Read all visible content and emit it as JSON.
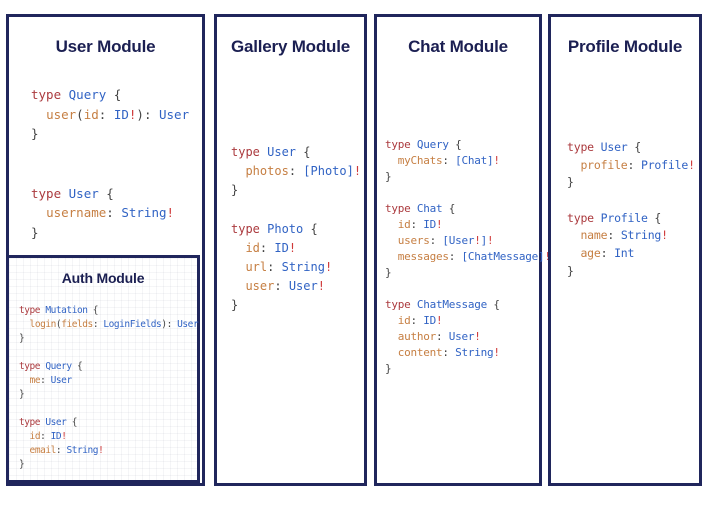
{
  "colors": {
    "panel_border": "#20265c",
    "title_navy": "#1b1f52",
    "keyword_red": "#ab3a3e",
    "type_blue": "#3163c4",
    "field_orange": "#c67f43",
    "punctuation_gray": "#444444",
    "bang_red": "#cf3a3a",
    "background": "#ffffff"
  },
  "modules": {
    "user": {
      "title": "User Module",
      "blocks": [
        [
          [
            [
              "type ",
              "k"
            ],
            [
              "Query ",
              "t"
            ],
            [
              "{",
              "p"
            ]
          ],
          [
            [
              "  ",
              "p"
            ],
            [
              "user",
              "f"
            ],
            [
              "(",
              "p"
            ],
            [
              "id",
              "f"
            ],
            [
              ": ",
              "p"
            ],
            [
              "ID",
              "t"
            ],
            [
              "!",
              "b"
            ],
            [
              "): ",
              "p"
            ],
            [
              "User",
              "t"
            ]
          ],
          [
            [
              "}",
              "p"
            ]
          ]
        ],
        [
          [
            [
              "type ",
              "k"
            ],
            [
              "User ",
              "t"
            ],
            [
              "{",
              "p"
            ]
          ],
          [
            [
              "  ",
              "p"
            ],
            [
              "username",
              "f"
            ],
            [
              ": ",
              "p"
            ],
            [
              "String",
              "t"
            ],
            [
              "!",
              "b"
            ]
          ],
          [
            [
              "}",
              "p"
            ]
          ]
        ]
      ]
    },
    "auth": {
      "title": "Auth Module",
      "blocks": [
        [
          [
            [
              "type ",
              "k"
            ],
            [
              "Mutation ",
              "t"
            ],
            [
              "{",
              "p"
            ]
          ],
          [
            [
              "  ",
              "p"
            ],
            [
              "login",
              "f"
            ],
            [
              "(",
              "p"
            ],
            [
              "fields",
              "f"
            ],
            [
              ": ",
              "p"
            ],
            [
              "LoginFields",
              "t"
            ],
            [
              "): ",
              "p"
            ],
            [
              "User",
              "t"
            ]
          ],
          [
            [
              "}",
              "p"
            ]
          ]
        ],
        [
          [
            [
              "type ",
              "k"
            ],
            [
              "Query ",
              "t"
            ],
            [
              "{",
              "p"
            ]
          ],
          [
            [
              "  ",
              "p"
            ],
            [
              "me",
              "f"
            ],
            [
              ": ",
              "p"
            ],
            [
              "User",
              "t"
            ]
          ],
          [
            [
              "}",
              "p"
            ]
          ]
        ],
        [
          [
            [
              "type ",
              "k"
            ],
            [
              "User ",
              "t"
            ],
            [
              "{",
              "p"
            ]
          ],
          [
            [
              "  ",
              "p"
            ],
            [
              "id",
              "f"
            ],
            [
              ": ",
              "p"
            ],
            [
              "ID",
              "t"
            ],
            [
              "!",
              "b"
            ]
          ],
          [
            [
              "  ",
              "p"
            ],
            [
              "email",
              "f"
            ],
            [
              ": ",
              "p"
            ],
            [
              "String",
              "t"
            ],
            [
              "!",
              "b"
            ]
          ],
          [
            [
              "}",
              "p"
            ]
          ]
        ]
      ]
    },
    "gallery": {
      "title": "Gallery Module",
      "blocks": [
        [
          [
            [
              "type ",
              "k"
            ],
            [
              "User ",
              "t"
            ],
            [
              "{",
              "p"
            ]
          ],
          [
            [
              "  ",
              "p"
            ],
            [
              "photos",
              "f"
            ],
            [
              ": ",
              "p"
            ],
            [
              "[Photo]",
              "t"
            ],
            [
              "!",
              "b"
            ]
          ],
          [
            [
              "}",
              "p"
            ]
          ]
        ],
        [
          [
            [
              "type ",
              "k"
            ],
            [
              "Photo ",
              "t"
            ],
            [
              "{",
              "p"
            ]
          ],
          [
            [
              "  ",
              "p"
            ],
            [
              "id",
              "f"
            ],
            [
              ": ",
              "p"
            ],
            [
              "ID",
              "t"
            ],
            [
              "!",
              "b"
            ]
          ],
          [
            [
              "  ",
              "p"
            ],
            [
              "url",
              "f"
            ],
            [
              ": ",
              "p"
            ],
            [
              "String",
              "t"
            ],
            [
              "!",
              "b"
            ]
          ],
          [
            [
              "  ",
              "p"
            ],
            [
              "user",
              "f"
            ],
            [
              ": ",
              "p"
            ],
            [
              "User",
              "t"
            ],
            [
              "!",
              "b"
            ]
          ],
          [
            [
              "}",
              "p"
            ]
          ]
        ]
      ]
    },
    "chat": {
      "title": "Chat Module",
      "blocks": [
        [
          [
            [
              "type ",
              "k"
            ],
            [
              "Query ",
              "t"
            ],
            [
              "{",
              "p"
            ]
          ],
          [
            [
              "  ",
              "p"
            ],
            [
              "myChats",
              "f"
            ],
            [
              ": ",
              "p"
            ],
            [
              "[Chat]",
              "t"
            ],
            [
              "!",
              "b"
            ]
          ],
          [
            [
              "}",
              "p"
            ]
          ]
        ],
        [
          [
            [
              "type ",
              "k"
            ],
            [
              "Chat ",
              "t"
            ],
            [
              "{",
              "p"
            ]
          ],
          [
            [
              "  ",
              "p"
            ],
            [
              "id",
              "f"
            ],
            [
              ": ",
              "p"
            ],
            [
              "ID",
              "t"
            ],
            [
              "!",
              "b"
            ]
          ],
          [
            [
              "  ",
              "p"
            ],
            [
              "users",
              "f"
            ],
            [
              ": ",
              "p"
            ],
            [
              "[User",
              "t"
            ],
            [
              "!",
              "b"
            ],
            [
              "]",
              "t"
            ],
            [
              "!",
              "b"
            ]
          ],
          [
            [
              "  ",
              "p"
            ],
            [
              "messages",
              "f"
            ],
            [
              ": ",
              "p"
            ],
            [
              "[ChatMessage]",
              "t"
            ],
            [
              "!",
              "b"
            ]
          ],
          [
            [
              "}",
              "p"
            ]
          ]
        ],
        [
          [
            [
              "type ",
              "k"
            ],
            [
              "ChatMessage ",
              "t"
            ],
            [
              "{",
              "p"
            ]
          ],
          [
            [
              "  ",
              "p"
            ],
            [
              "id",
              "f"
            ],
            [
              ": ",
              "p"
            ],
            [
              "ID",
              "t"
            ],
            [
              "!",
              "b"
            ]
          ],
          [
            [
              "  ",
              "p"
            ],
            [
              "author",
              "f"
            ],
            [
              ": ",
              "p"
            ],
            [
              "User",
              "t"
            ],
            [
              "!",
              "b"
            ]
          ],
          [
            [
              "  ",
              "p"
            ],
            [
              "content",
              "f"
            ],
            [
              ": ",
              "p"
            ],
            [
              "String",
              "t"
            ],
            [
              "!",
              "b"
            ]
          ],
          [
            [
              "}",
              "p"
            ]
          ]
        ]
      ]
    },
    "profile": {
      "title": "Profile Module",
      "blocks": [
        [
          [
            [
              "type ",
              "k"
            ],
            [
              "User ",
              "t"
            ],
            [
              "{",
              "p"
            ]
          ],
          [
            [
              "  ",
              "p"
            ],
            [
              "profile",
              "f"
            ],
            [
              ": ",
              "p"
            ],
            [
              "Profile",
              "t"
            ],
            [
              "!",
              "b"
            ]
          ],
          [
            [
              "}",
              "p"
            ]
          ]
        ],
        [
          [
            [
              "type ",
              "k"
            ],
            [
              "Profile ",
              "t"
            ],
            [
              "{",
              "p"
            ]
          ],
          [
            [
              "  ",
              "p"
            ],
            [
              "name",
              "f"
            ],
            [
              ": ",
              "p"
            ],
            [
              "String",
              "t"
            ],
            [
              "!",
              "b"
            ]
          ],
          [
            [
              "  ",
              "p"
            ],
            [
              "age",
              "f"
            ],
            [
              ": ",
              "p"
            ],
            [
              "Int",
              "t"
            ]
          ],
          [
            [
              "}",
              "p"
            ]
          ]
        ]
      ]
    }
  }
}
